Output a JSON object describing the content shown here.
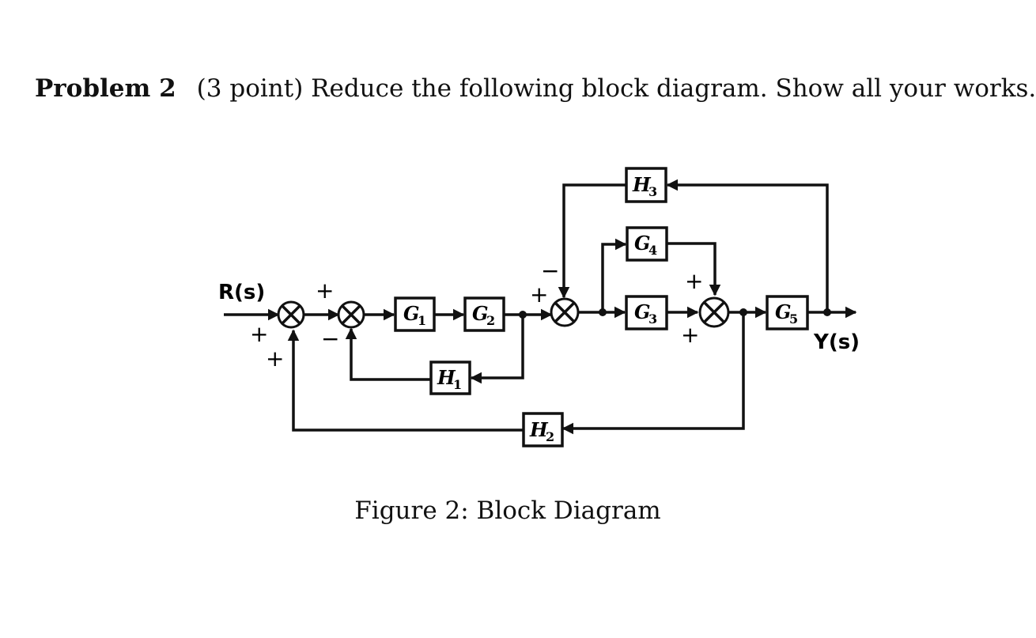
{
  "problem": {
    "label": "Problem 2",
    "statement": "(3 point) Reduce the following block diagram. Show all your works."
  },
  "diagram": {
    "input_label": "R(s)",
    "output_label": "Y(s)",
    "blocks": {
      "G1": {
        "letter": "G",
        "sub": "1"
      },
      "G2": {
        "letter": "G",
        "sub": "2"
      },
      "G3": {
        "letter": "G",
        "sub": "3"
      },
      "G4": {
        "letter": "G",
        "sub": "4"
      },
      "G5": {
        "letter": "G",
        "sub": "5"
      },
      "H1": {
        "letter": "H",
        "sub": "1"
      },
      "H2": {
        "letter": "H",
        "sub": "2"
      },
      "H3": {
        "letter": "H",
        "sub": "3"
      }
    },
    "signs": {
      "s1_input": "+",
      "s1_feedback": "+",
      "s2_input": "+",
      "s2_feedback": "−",
      "s3_input": "+",
      "s3_feedback": "−",
      "s4_top": "+",
      "s4_input": "+"
    }
  },
  "caption": "Figure 2: Block Diagram"
}
